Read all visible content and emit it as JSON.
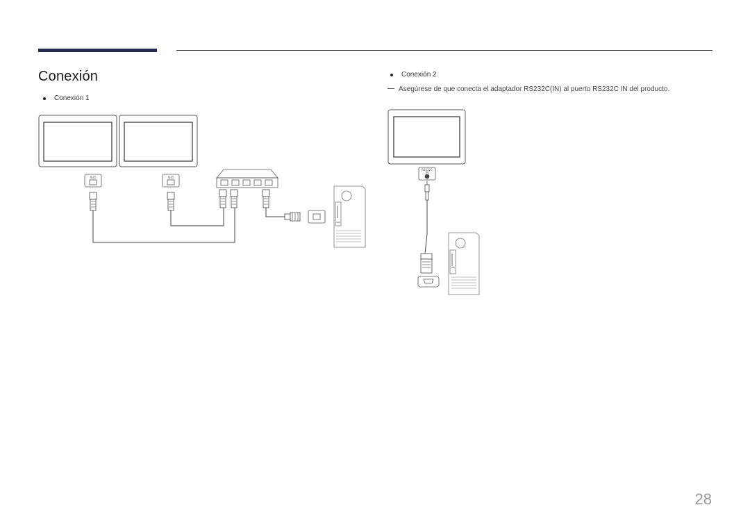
{
  "header": {
    "title": "Conexión"
  },
  "section1": {
    "label": "Conexión 1"
  },
  "section2": {
    "label": "Conexión 2",
    "note": "Asegúrese de que conecta el adaptador RS232C(IN) al puerto RS232C IN del producto."
  },
  "diagram1": {
    "port_label_1": "RJ45",
    "port_label_2": "RJ45"
  },
  "diagram2": {
    "port_label": "RS232C",
    "port_sublabel": "IN"
  },
  "footer": {
    "page_number": "28"
  }
}
